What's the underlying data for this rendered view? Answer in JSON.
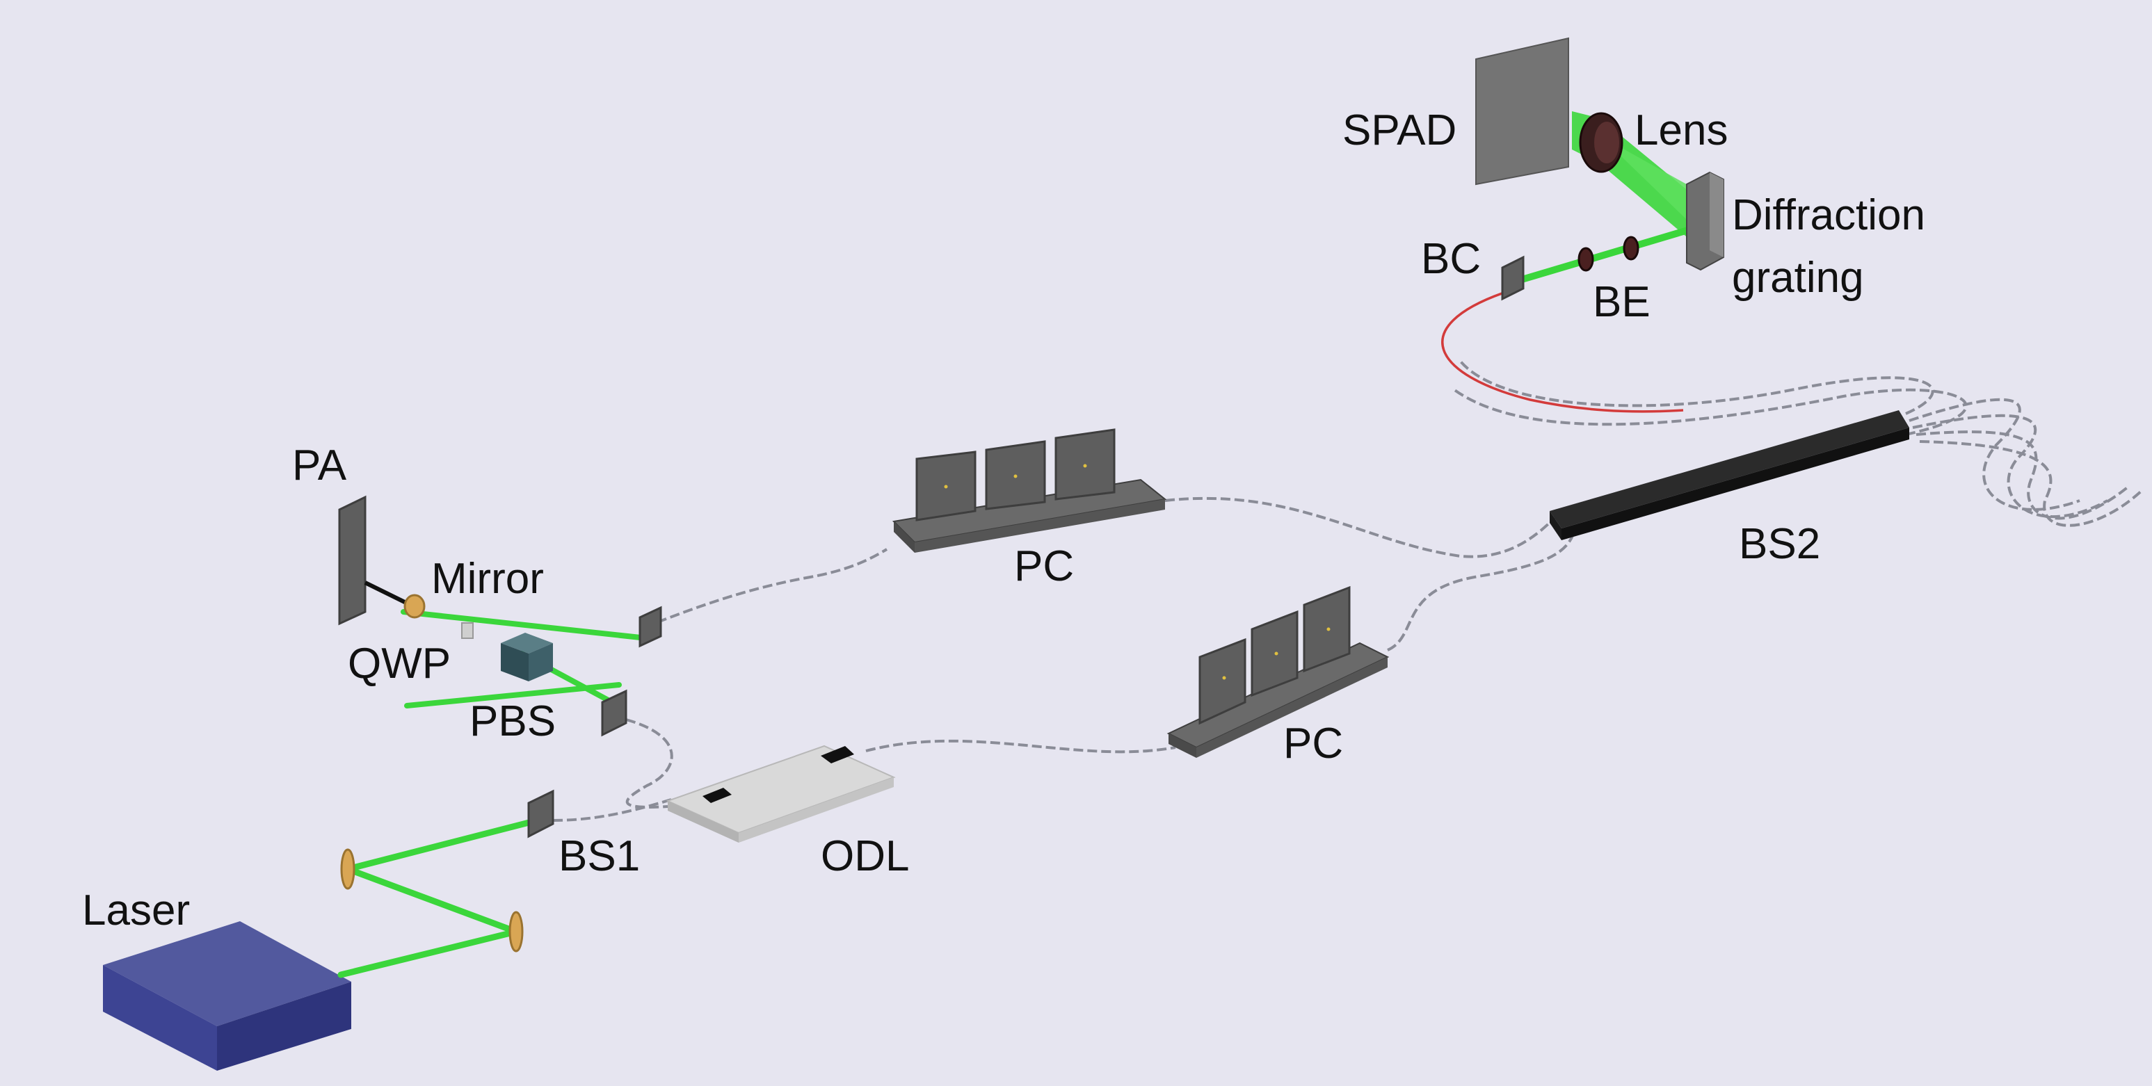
{
  "labels": {
    "spad": "SPAD",
    "lens": "Lens",
    "diffraction_line1": "Diffraction",
    "diffraction_line2": "grating",
    "bc": "BC",
    "be": "BE",
    "pa": "PA",
    "mirror": "Mirror",
    "qwp": "QWP",
    "pbs": "PBS",
    "pc_upper": "PC",
    "pc_lower": "PC",
    "bs2": "BS2",
    "bs1": "BS1",
    "odl": "ODL",
    "laser": "Laser"
  },
  "colors": {
    "background": "#e6e5f0",
    "beam": "#3bd63b",
    "fiber": "#8a8c97",
    "fiber_highlight": "#d33b3b",
    "laser_body": "#3d4493",
    "component_gray": "#5e5e5e",
    "odl_plate": "#d9d9d9",
    "bs2_body": "#222222"
  }
}
